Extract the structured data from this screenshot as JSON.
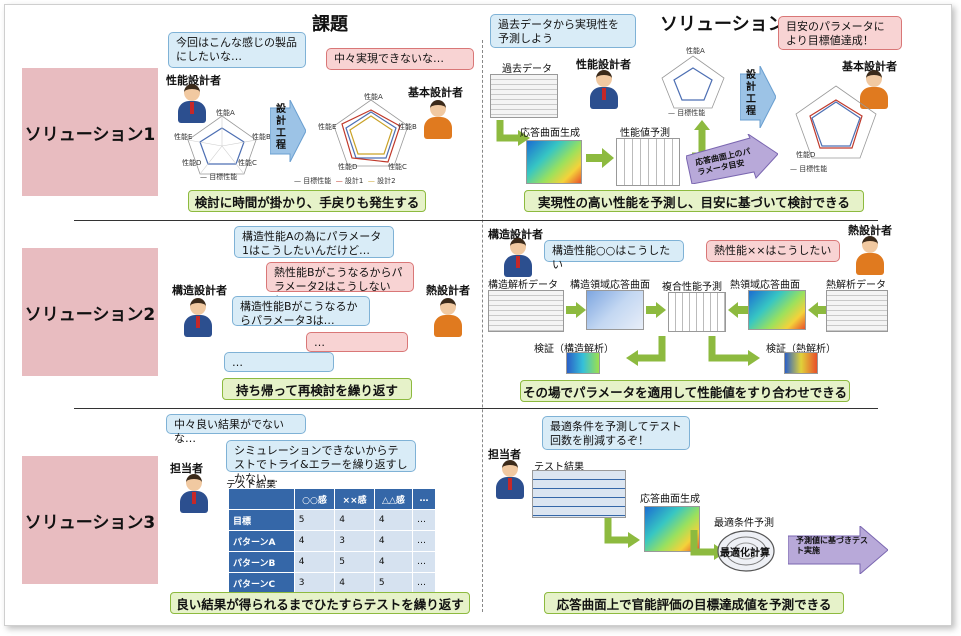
{
  "headers": {
    "problem": "課題",
    "solution": "ソリューション"
  },
  "rows": [
    {
      "label": "ソリューション1",
      "problem_summary": "検討に時間が掛かり、手戻りも発生する",
      "solution_summary": "実現性の高い性能を予測し、目安に基づいて検討できる"
    },
    {
      "label": "ソリューション2",
      "problem_summary": "持ち帰って再検討を繰り返す",
      "solution_summary": "その場でパラメータを適用して性能値をすり合わせできる"
    },
    {
      "label": "ソリューション3",
      "problem_summary": "良い結果が得られるまでひたすらテストを繰り返す",
      "solution_summary": "応答曲面上で官能評価の目標達成値を予測できる"
    }
  ],
  "s1": {
    "bubble_perf": "今回はこんな感じの製品にしたいな…",
    "bubble_base": "中々実現できないな…",
    "perf_designer": "性能設計者",
    "base_designer": "基本設計者",
    "design_process": "設計工程",
    "radar_labels": [
      "性能A",
      "性能B",
      "性能C",
      "性能D",
      "性能E"
    ],
    "legend_target": "目標性能",
    "legend_design1": "設計1",
    "legend_design2": "設計2",
    "sol_bubble_past": "過去データから実現性を予測しよう",
    "sol_bubble_target": "目安のパラメータにより目標値達成！",
    "past_data": "過去データ",
    "response_surface": "応答曲面生成",
    "perf_prediction": "性能値予測",
    "param_guide": "応答曲面上のパラメータ目安"
  },
  "s2": {
    "bubble1": "構造性能Aの為にパラメータ1はこうしたいんだけど…",
    "bubble2": "熱性能Bがこうなるからパラメータ2はこうしないと…",
    "bubble3": "構造性能Bがこうなるからパラメータ3は…",
    "bubble4": "…",
    "bubble5": "…",
    "struct_designer": "構造設計者",
    "thermal_designer": "熱設計者",
    "sol_bubble_struct": "構造性能○○はこうしたい",
    "sol_bubble_thermal": "熱性能××はこうしたい",
    "struct_data": "構造解析データ",
    "struct_surface": "構造領域応答曲面",
    "combined": "複合性能予測",
    "thermal_surface": "熱領域応答曲面",
    "thermal_data": "熱解析データ",
    "verify_struct": "検証（構造解析）",
    "verify_thermal": "検証（熱解析）"
  },
  "s3": {
    "bubble1": "中々良い結果がでないな…",
    "bubble2": "シミュレーションできないからテストでトライ&エラーを繰り返すしかない…",
    "person": "担当者",
    "test_results": "テスト結果",
    "table_headers": [
      "",
      "○○感",
      "××感",
      "△△感",
      "…"
    ],
    "table_rows": [
      [
        "目標",
        "5",
        "4",
        "4",
        "…"
      ],
      [
        "パターンA",
        "4",
        "3",
        "4",
        "…"
      ],
      [
        "パターンB",
        "4",
        "5",
        "4",
        "…"
      ],
      [
        "パターンC",
        "3",
        "4",
        "5",
        "…"
      ]
    ],
    "sol_bubble": "最適条件を予測してテスト回数を削減するぞ！",
    "sol_person": "担当者",
    "sol_test_results": "テスト結果",
    "response_surface": "応答曲面生成",
    "optimal": "最適条件予測",
    "optimization": "最適化計算",
    "test_exec": "予測値に基づきテスト実施"
  }
}
